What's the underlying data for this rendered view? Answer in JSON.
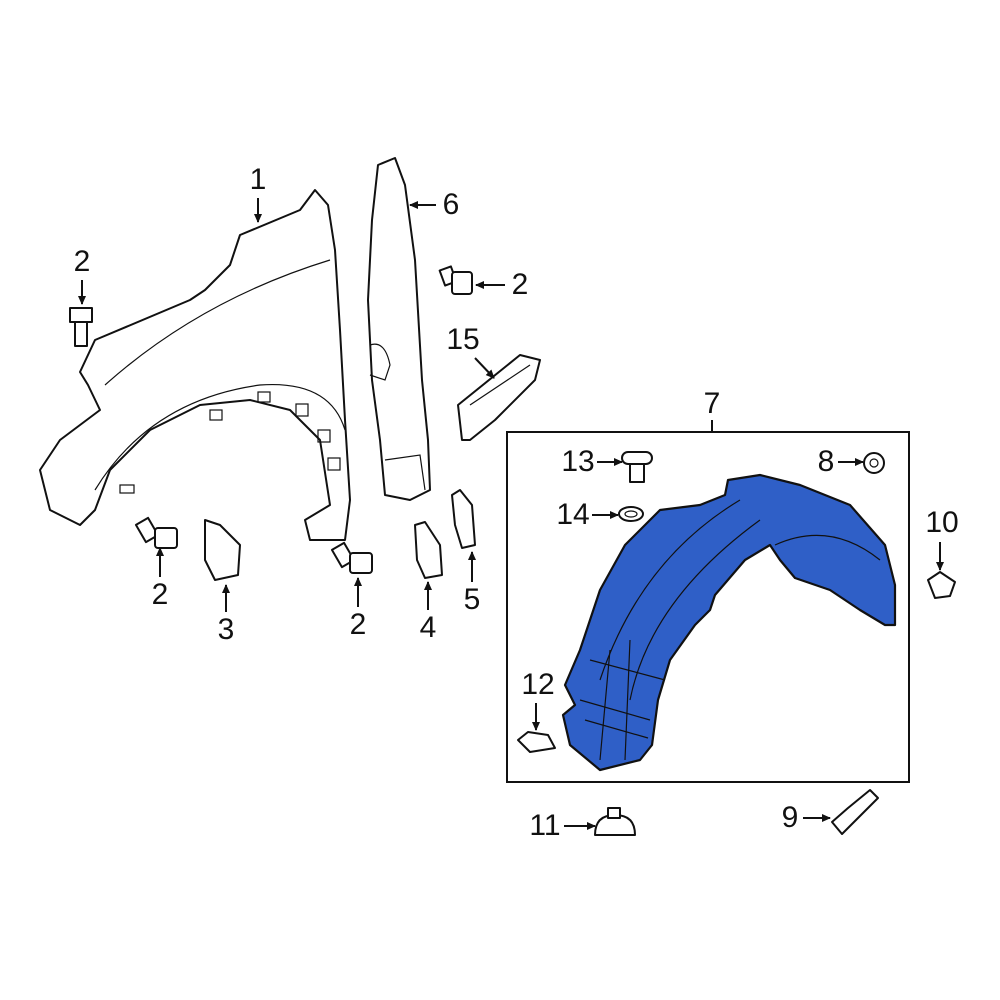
{
  "colors": {
    "accent": "#2f5fc7",
    "line": "#111111",
    "background": "#ffffff"
  },
  "callouts": [
    "1",
    "2",
    "6",
    "2",
    "15",
    "7",
    "13",
    "8",
    "14",
    "10",
    "12",
    "11",
    "9",
    "2",
    "3",
    "2",
    "4",
    "5"
  ],
  "highlighted_part": "7"
}
